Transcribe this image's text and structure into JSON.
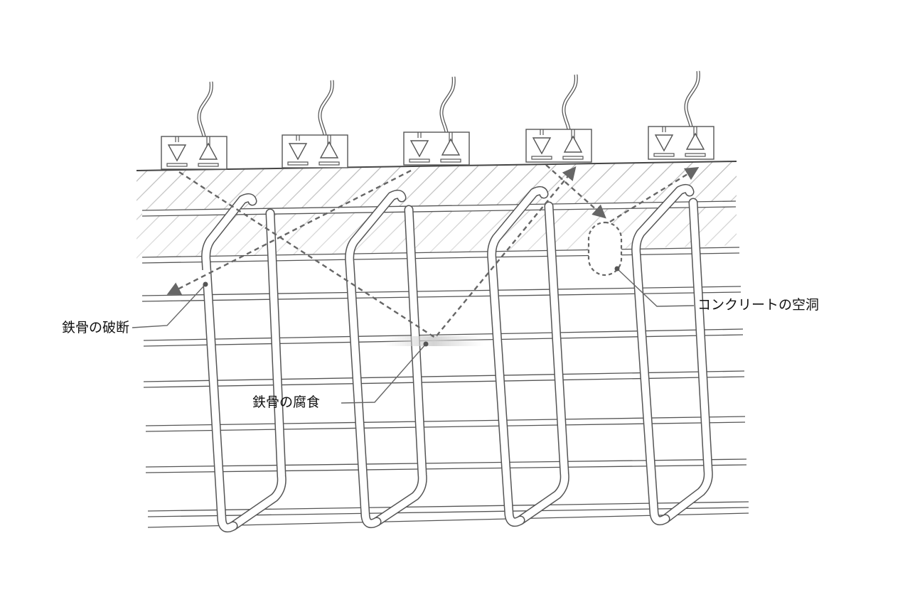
{
  "labels": {
    "rebar_break": "鉄骨の破断",
    "rebar_corrosion": "鉄骨の腐食",
    "concrete_void": "コンクリートの空洞"
  },
  "colors": {
    "line": "#555555",
    "bar_fill": "#ffffff",
    "hatch": "#b8b8b8",
    "wave": "#666666",
    "text": "#111111"
  },
  "sensor_icons": [
    "down-triangle-icon",
    "up-triangle-icon"
  ]
}
